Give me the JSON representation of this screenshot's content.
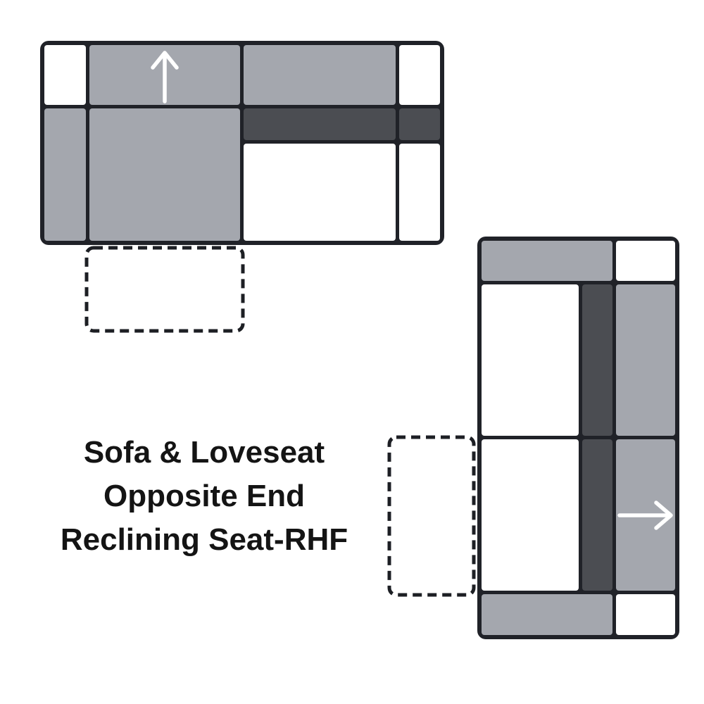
{
  "caption": {
    "line1": "Sofa & Loveseat",
    "line2": "Opposite End",
    "line3": "Reclining Seat-RHF"
  },
  "diagram": {
    "sofa": {
      "view": "top-view",
      "recline_arrow_direction": "up",
      "recline_arrow_icon": "up-arrow-icon",
      "reclining_seat_position": "left",
      "footrest_outline_style": "dashed",
      "parts": [
        "corner-top-left",
        "back-left",
        "back-right",
        "corner-top-right",
        "arm-left",
        "back-cushion-left",
        "back-cushion-right",
        "arm-right",
        "seat-left",
        "seat-right",
        "footrest-outline"
      ]
    },
    "loveseat": {
      "view": "top-view",
      "recline_arrow_direction": "right",
      "recline_arrow_icon": "right-arrow-icon",
      "reclining_seat_position": "bottom",
      "footrest_outline_style": "dashed",
      "parts": [
        "arm-top",
        "corner-top-right",
        "seat-top",
        "back-cushion-top",
        "back-top",
        "seat-bottom",
        "back-cushion-bottom",
        "back-bottom",
        "arm-bottom",
        "corner-bottom-right",
        "footrest-outline"
      ]
    }
  },
  "colors": {
    "background": "#ffffff",
    "outline": "#202228",
    "upholstery_gray": "#a4a7ae",
    "cushion_dark": "#4b4d52",
    "seat_white": "#ffffff",
    "arrow_white": "#ffffff",
    "text_black": "#141414"
  }
}
